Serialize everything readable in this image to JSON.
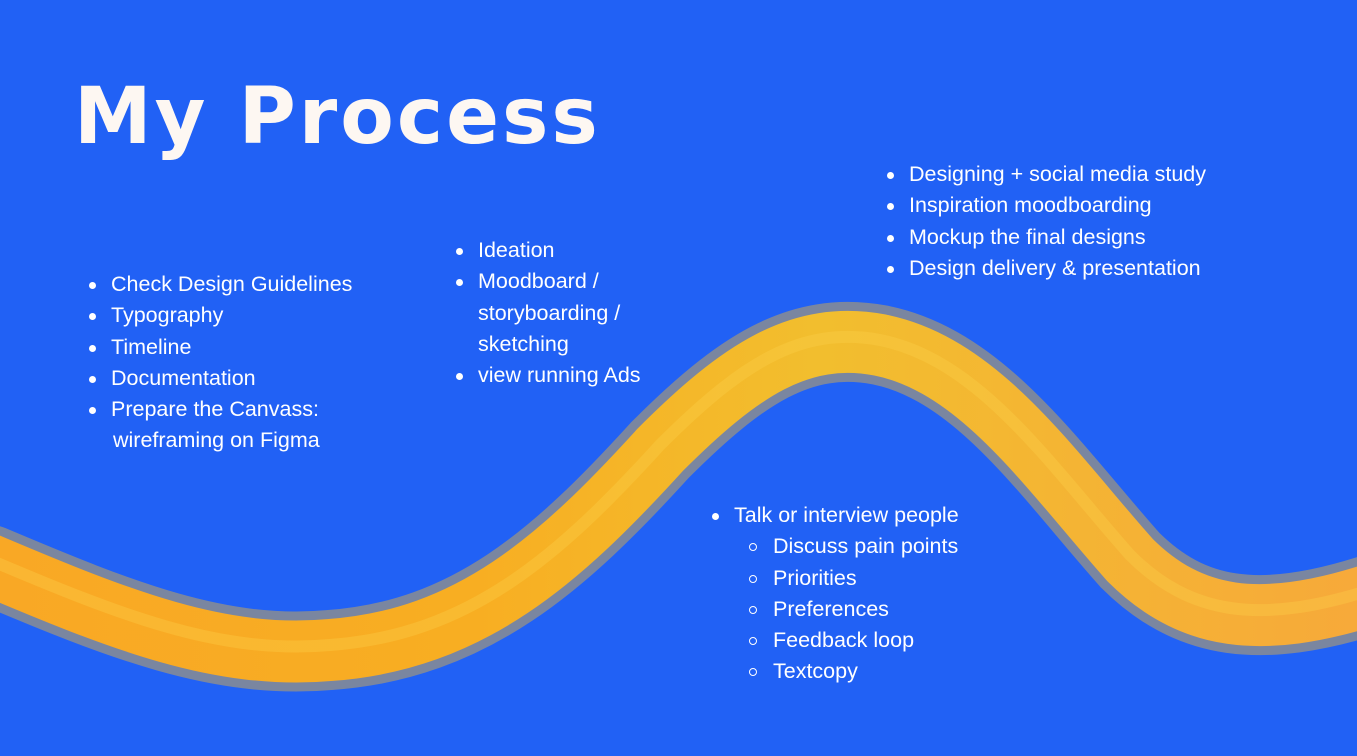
{
  "title": "My Process",
  "colors": {
    "background": "#2161F5",
    "stroke": "#F7B61F",
    "text": "#FFFFFF"
  },
  "lists": {
    "phase1": [
      "Check Design Guidelines",
      "Typography",
      "Timeline",
      "Documentation",
      "Prepare the Canvass:",
      "wireframing on Figma"
    ],
    "phase2": [
      "Ideation",
      "Moodboard /",
      "storyboarding /",
      "sketching",
      "view running Ads"
    ],
    "phase3": [
      "Designing + social media study",
      "Inspiration moodboarding",
      "Mockup the final designs",
      "Design delivery & presentation"
    ],
    "phase4": {
      "main": "Talk or interview people",
      "sub": [
        "Discuss pain points",
        "Priorities",
        "Preferences",
        "Feedback loop",
        "Textcopy"
      ]
    }
  }
}
